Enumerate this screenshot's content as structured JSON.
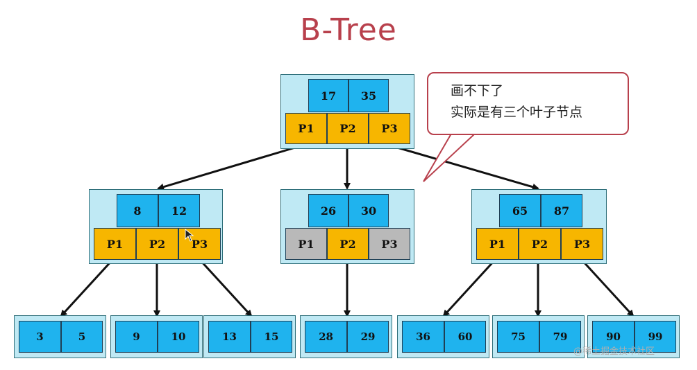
{
  "title": "B-Tree",
  "callout": {
    "line1": "画不下了",
    "line2": "实际是有三个叶子节点"
  },
  "watermark": "@稀土掘金技术社区",
  "colors": {
    "key": "#1fb3ee",
    "pointer": "#f7b600",
    "pointer_unused": "#b9b9b9",
    "node_bg": "#bfe9f4",
    "accent": "#b8404c"
  },
  "root": {
    "keys": [
      "17",
      "35"
    ],
    "pointers": [
      "P1",
      "P2",
      "P3"
    ]
  },
  "internal": [
    {
      "keys": [
        "8",
        "12"
      ],
      "pointers": [
        "P1",
        "P2",
        "P3"
      ]
    },
    {
      "keys": [
        "26",
        "30"
      ],
      "pointers": [
        "P1",
        "P2",
        "P3"
      ]
    },
    {
      "keys": [
        "65",
        "87"
      ],
      "pointers": [
        "P1",
        "P2",
        "P3"
      ]
    }
  ],
  "leaves": [
    [
      "3",
      "5"
    ],
    [
      "9",
      "10"
    ],
    [
      "13",
      "15"
    ],
    [
      "28",
      "29"
    ],
    [
      "36",
      "60"
    ],
    [
      "75",
      "79"
    ],
    [
      "90",
      "99"
    ]
  ]
}
